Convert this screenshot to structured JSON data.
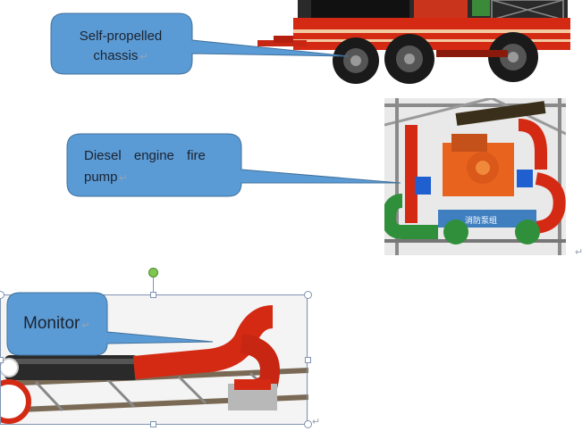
{
  "callouts": {
    "chassis": {
      "line1": "Self-propelled",
      "line2": "chassis",
      "mark": "↵"
    },
    "pump": {
      "line1": "Diesel engine fire",
      "line2": "pump",
      "mark": "↵"
    },
    "monitor": {
      "text": "Monitor",
      "mark": "↵"
    }
  },
  "images": {
    "chassis_image": "self-propelled-chassis-render",
    "pump_image": "diesel-fire-pump-render",
    "monitor_image": "fire-monitor-render"
  },
  "pump_plate_text": "消防泵组",
  "paragraph_mark": "↵",
  "colors": {
    "callout_fill": "#5b9bd5",
    "callout_stroke": "#41719c",
    "red": "#d42a14",
    "orange": "#e8641e",
    "green": "#2f8f3a",
    "blue": "#1f5fd0",
    "rotation_handle": "#7ec850"
  }
}
